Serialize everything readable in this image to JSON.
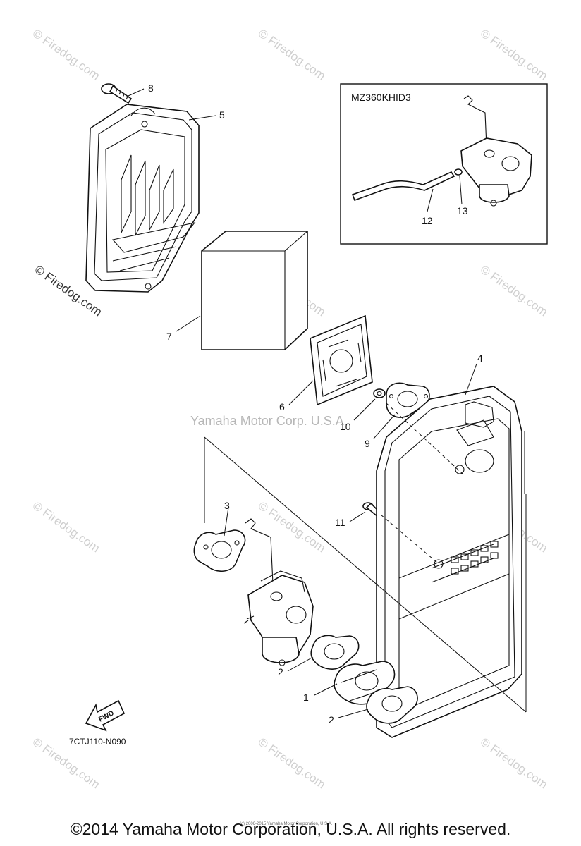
{
  "watermark": {
    "small": "© Firedog.com",
    "center": "Yamaha Motor Corp. U.S.A.",
    "fine_print": "(c) 2006-2015 Yamaha Motor Corporation, U.S.A."
  },
  "inset": {
    "title": "MZ360KHID3"
  },
  "callouts": {
    "p1": "1",
    "p2a": "2",
    "p2b": "2",
    "p3": "3",
    "p4": "4",
    "p5": "5",
    "p6": "6",
    "p7": "7",
    "p8": "8",
    "p9": "9",
    "p10": "10",
    "p11": "11",
    "p12": "12",
    "p13": "13"
  },
  "fwd_label": "FWD",
  "diagram_code": "7CTJ110-N090",
  "copyright": "©2014 Yamaha Motor Corporation, U.S.A. All rights reserved."
}
